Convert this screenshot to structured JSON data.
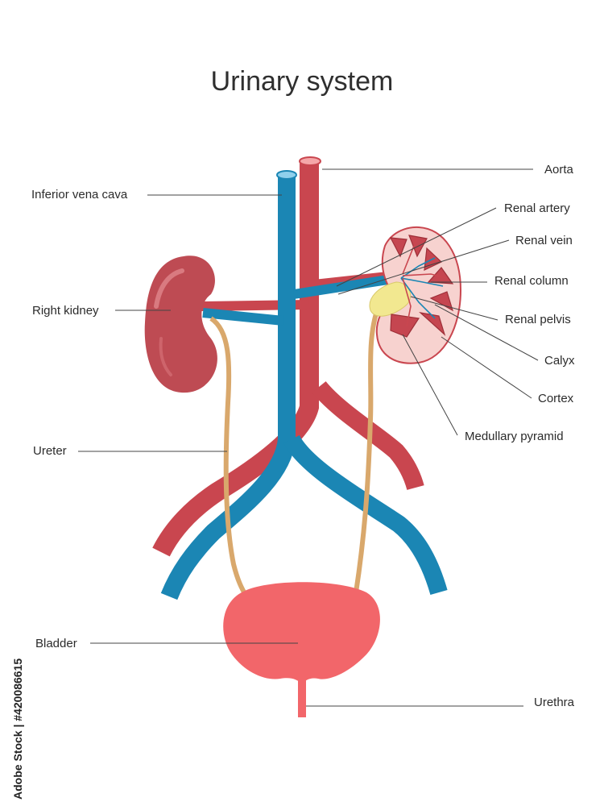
{
  "title": "Urinary system",
  "labels": {
    "aorta": "Aorta",
    "inferior_vena_cava": "Inferior vena cava",
    "renal_artery": "Renal artery",
    "renal_vein": "Renal vein",
    "renal_column": "Renal column",
    "right_kidney": "Right kidney",
    "renal_pelvis": "Renal pelvis",
    "calyx": "Calyx",
    "cortex": "Cortex",
    "medullary_pyramid": "Medullary pyramid",
    "ureter": "Ureter",
    "bladder": "Bladder",
    "urethra": "Urethra"
  },
  "watermark": "Adobe Stock | #420086615",
  "colors": {
    "artery": "#c9464f",
    "vein": "#1b86b4",
    "kidney": "#be4b53",
    "ureter": "#d9a86c",
    "bladder": "#f2666a",
    "kidney_section": "#f7d2cf",
    "pelvis": "#f2e890",
    "leader_line": "#444444"
  }
}
